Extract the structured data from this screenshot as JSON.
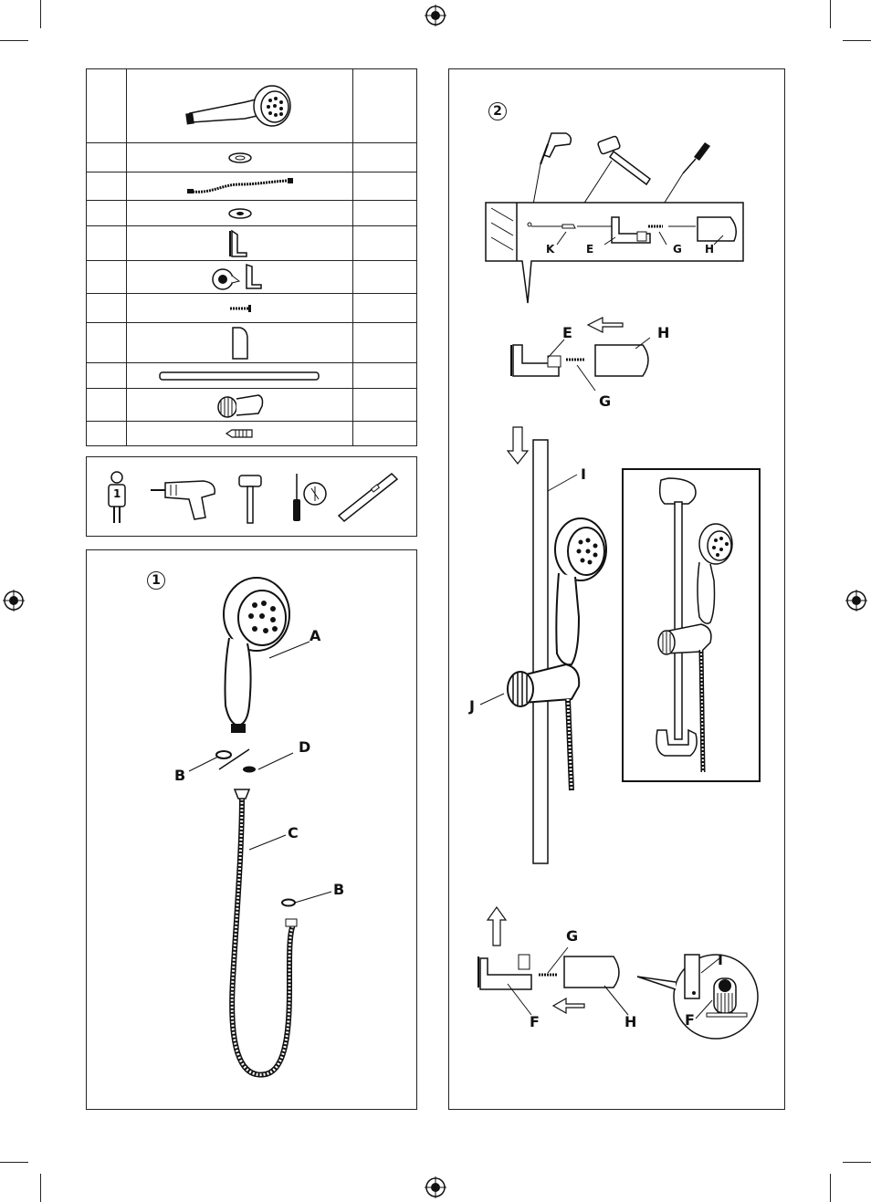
{
  "steps": {
    "step1": "1",
    "step2": "2"
  },
  "tools": {
    "person_count": "1"
  },
  "labels": {
    "s1": {
      "a": "A",
      "b1": "B",
      "b2": "B",
      "c": "C",
      "d": "D"
    },
    "s2_top": {
      "k": "K",
      "e": "E",
      "g": "G",
      "h": "H"
    },
    "s2_mid": {
      "e": "E",
      "h": "H",
      "g": "G"
    },
    "s2_rail": {
      "i": "I",
      "j": "J"
    },
    "s2_bottom": {
      "g": "G",
      "f": "F",
      "h": "H",
      "i": "I",
      "f2": "F"
    }
  }
}
